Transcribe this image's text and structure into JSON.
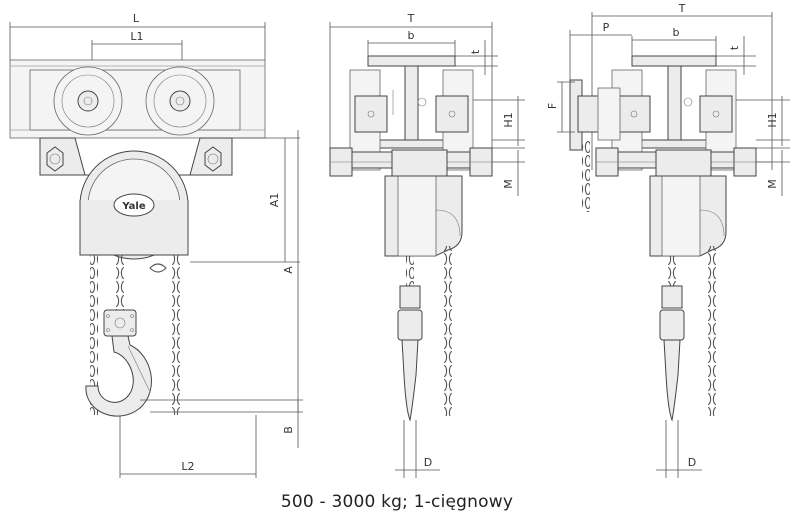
{
  "caption": "500 - 3000 kg; 1-cięgnowy",
  "brand_text": "Yale",
  "front_view": {
    "labels": {
      "L": "L",
      "L1": "L1",
      "A1": "A1",
      "A": "A",
      "B": "B",
      "L2": "L2"
    }
  },
  "side_view_1": {
    "labels": {
      "T": "T",
      "b": "b",
      "t": "t",
      "H1": "H1",
      "M": "M",
      "D": "D"
    }
  },
  "side_view_2": {
    "labels": {
      "T": "T",
      "P": "P",
      "b": "b",
      "t": "t",
      "F": "F",
      "H1": "H1",
      "M": "M",
      "D": "D"
    }
  }
}
